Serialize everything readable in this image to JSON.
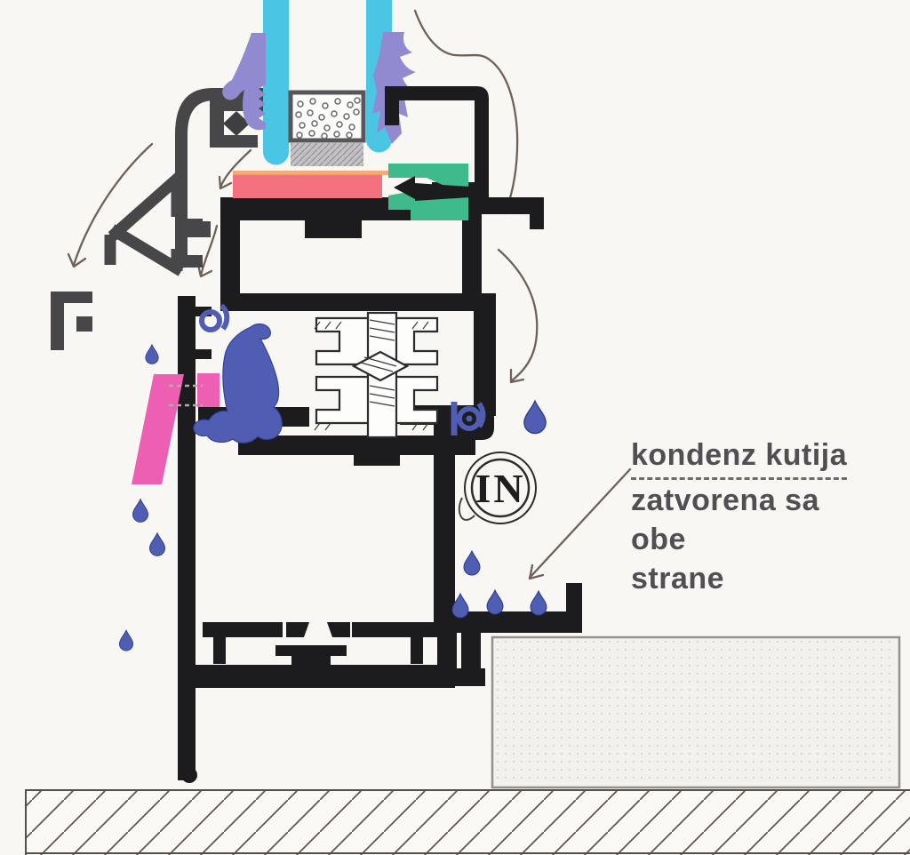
{
  "annotation": {
    "line1": "kondenz kutija",
    "line2": "zatvorena sa",
    "line3": "obe",
    "line4": "strane"
  },
  "badge": {
    "label": "IN"
  },
  "colors": {
    "background": "#f9f7f3",
    "profile_black": "#1c1c1e",
    "profile_gray": "#47474a",
    "glass": "#4ac6e4",
    "gasket_purple": "#928ad0",
    "setting_block_red": "#f4717f",
    "gasket_green": "#3eba8c",
    "seal_pink": "#ec5fb2",
    "water_blue": "#4f5eb3",
    "sketch_line": "#6e6258",
    "text": "#534e53"
  }
}
